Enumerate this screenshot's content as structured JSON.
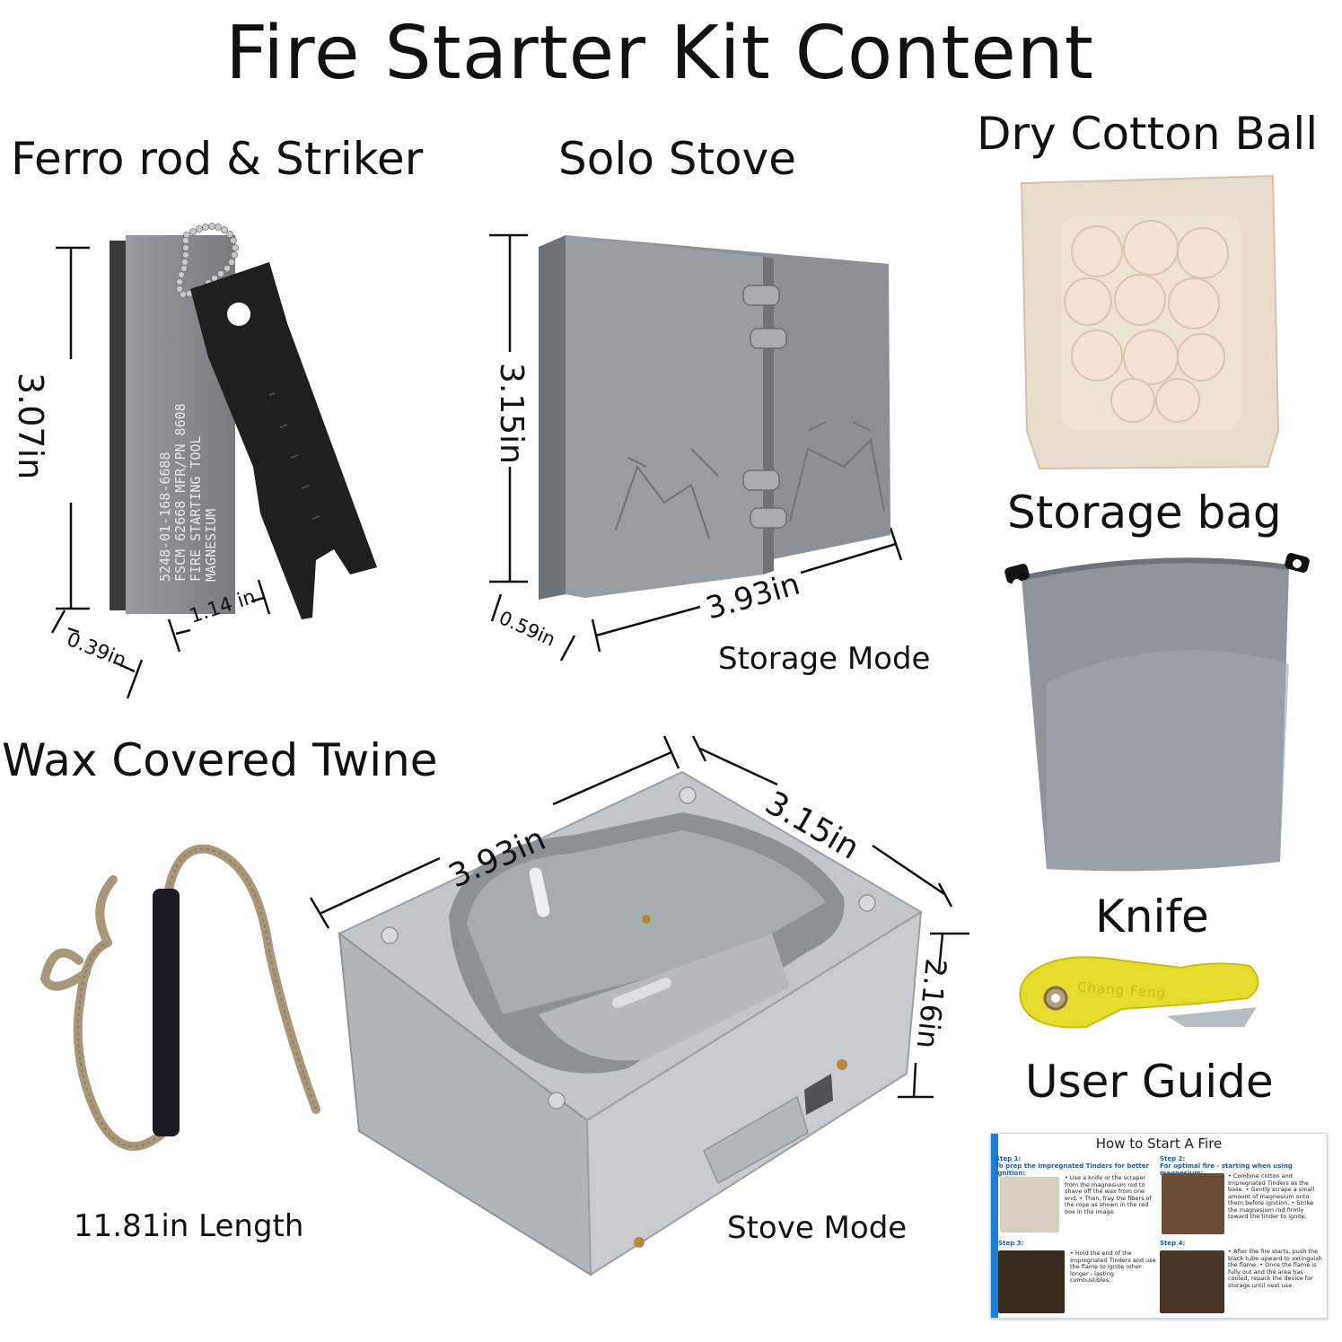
{
  "title": "Fire Starter Kit Content",
  "sections": {
    "ferro": {
      "label": "Ferro rod & Striker",
      "height": "3.07in",
      "width": "1.14 in",
      "depth": "0.39in",
      "engraving": [
        "5248-01-168-6688",
        "FSCM 62668 MFR/PN 8608",
        "FIRE STARTING TOOL",
        "MAGNESIUM"
      ]
    },
    "solo": {
      "label": "Solo Stove",
      "height": "3.15in",
      "width": "3.93in",
      "depth": "0.59in",
      "mode": "Storage Mode"
    },
    "cotton": {
      "label": "Dry Cotton Ball"
    },
    "bag": {
      "label": "Storage bag"
    },
    "twine": {
      "label": "Wax Covered Twine",
      "length": "11.81in Length"
    },
    "stove": {
      "width": "3.93in",
      "depth": "3.15in",
      "height": "2.16in",
      "mode": "Stove Mode"
    },
    "knife": {
      "label": "Knife",
      "brand": "Chang Feng"
    },
    "guide": {
      "label": "User Guide",
      "card_title": "How to Start A Fire",
      "step1_title": "Step 1:",
      "step1_sub": "To prep the Impregnated Tinders for better ignition:",
      "step1_text": "• Use a knife or the scraper from the magnesium rod to shave off the wax from one end. • Then, fray the fibers of the rope as shown in the red box in the image.",
      "step2_title": "Step 2:",
      "step2_sub": "For optimal fire - starting when using magnesium:",
      "step2_text": "• Combine cotton and Impregnated Tinders as the base. • Gently scrape a small amount of magnesium onto them before ignition. • Strike the magnesium rod firmly toward the tinder to ignite.",
      "step3_title": "Step 3:",
      "step3_text": "• Hold the end of the Impregnated Tinders and use the flame to ignite other longer - lasting combustibles.",
      "step4_title": "Step 4:",
      "step4_text": "• After the fire starts, push the black tube upward to extinguish the flame. • Once the flame is fully out and the area has cooled, repack the device for storage until next use."
    },
    "colors": {
      "steel": "#8a8d91",
      "stove": "#b9bdc2",
      "bag": "#8f959b",
      "knife": "#e6dc2e",
      "guide_accent": "#1d7fd6"
    }
  }
}
